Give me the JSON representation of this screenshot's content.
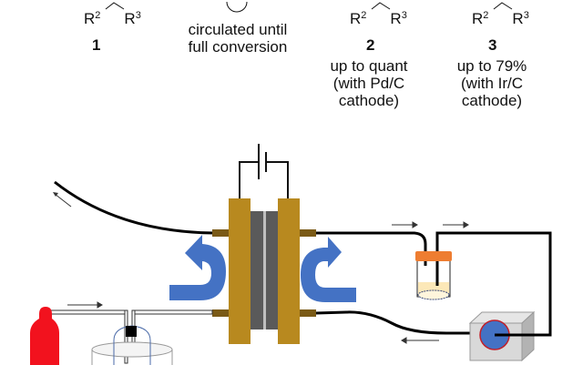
{
  "compounds": [
    {
      "id": "1",
      "r_left": "R",
      "r_left_sup": "2",
      "r_right": "R",
      "r_right_sup": "3",
      "label": "1",
      "yield_lines": []
    },
    {
      "id": "2",
      "r_left": "R",
      "r_left_sup": "2",
      "r_right": "R",
      "r_right_sup": "3",
      "label": "2",
      "yield_lines": [
        "up to quant",
        "(with Pd/C",
        "cathode)"
      ]
    },
    {
      "id": "3",
      "r_left": "R",
      "r_left_sup": "2",
      "r_right": "R",
      "r_right_sup": "3",
      "label": "3",
      "yield_lines": [
        "up to 79%",
        "(with Ir/C",
        "cathode)"
      ]
    }
  ],
  "process_note": {
    "lines": [
      "circulated until",
      "full conversion"
    ]
  },
  "apparatus": {
    "components": [
      "gas-cylinder",
      "gas-washing-bottle",
      "electrochemical-flow-cell",
      "power-source",
      "reservoir-vial",
      "pump",
      "exhaust-line"
    ],
    "colors": {
      "cylinder": "#f2121e",
      "electrode_plate": "#b8891f",
      "connector": "#7a5a16",
      "membrane": "#5a5a5a",
      "flow_arrow": "#4472c4",
      "vial_cap": "#ee7d31",
      "liquid": "#fce8b8",
      "pump_body": "#d9d9d9",
      "pump_rotor": "#4472c4",
      "pump_rotor_ring": "#c0202a"
    }
  }
}
